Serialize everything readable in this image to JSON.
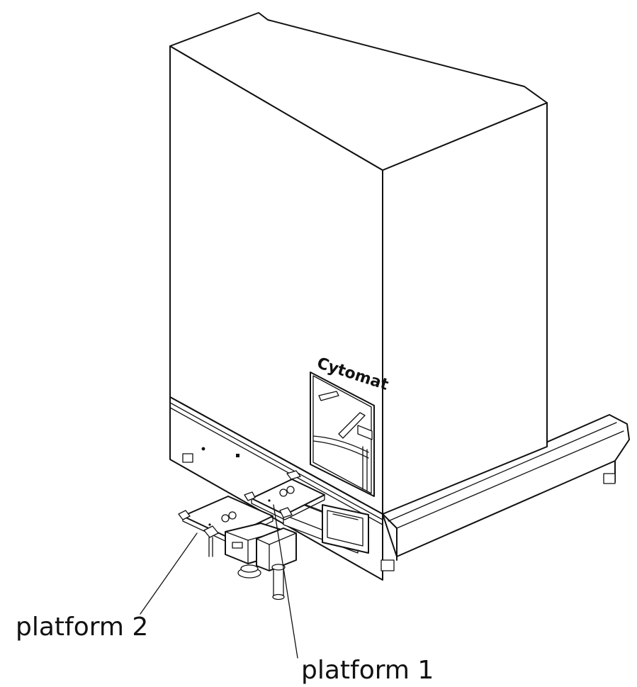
{
  "drawing": {
    "brand_text": "Cytomat",
    "callouts": [
      {
        "id": "platform-2",
        "text": "platform 2"
      },
      {
        "id": "platform-1",
        "text": "platform 1"
      }
    ]
  }
}
